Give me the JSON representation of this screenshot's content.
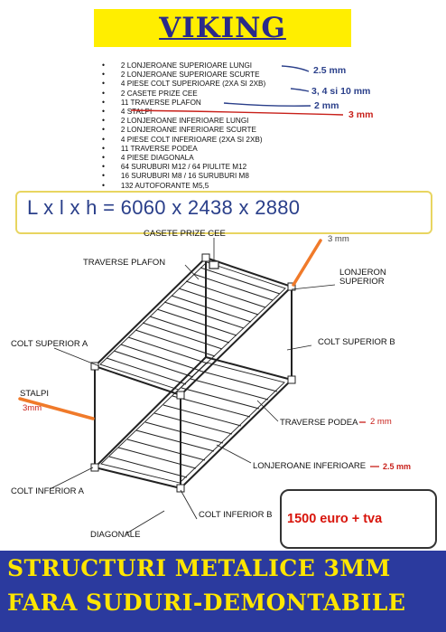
{
  "header": {
    "title": "VIKING"
  },
  "parts_list": [
    "2 LONJEROANE SUPERIOARE LUNGI",
    "2 LONJEROANE SUPERIOARE SCURTE",
    "4 PIESE COLT SUPERIOARE (2XA SI 2XB)",
    "2 CASETE PRIZE CEE",
    "11 TRAVERSE PLAFON",
    "4 STALPI",
    "2 LONJEROANE INFERIOARE LUNGI",
    "2 LONJEROANE INFERIOARE SCURTE",
    "4 PIESE COLT INFERIOARE (2XA SI 2XB)",
    "11 TRAVERSE PODEA",
    "4 PIESE DIAGONALA",
    "64 SURUBURI M12 / 64 PIULITE M12",
    "16 SURUBURI M8 / 16 SURUBURI M8",
    "132 AUTOFORANTE M5,5"
  ],
  "annotations": {
    "a1": "2.5 mm",
    "a2": "3, 4 si 10 mm",
    "a3": "2 mm",
    "a4": "3 mm"
  },
  "dimensions": "L x l x h = 6060 x  2438 x  2880",
  "diagram_labels": {
    "casete": "CASETE PRIZE CEE",
    "three_mm_top": "3 mm",
    "traverse_plafon": "TRAVERSE PLAFON",
    "lonjeron_superior_1": "LONJERON",
    "lonjeron_superior_2": "SUPERIOR",
    "colt_superior_a": "COLT SUPERIOR A",
    "colt_superior_b": "COLT SUPERIOR B",
    "stalpi": "STALPI",
    "stalpi_mm": "3mm",
    "traverse_podea": "TRAVERSE PODEA",
    "traverse_podea_mm": "2 mm",
    "lonjeroane_inferioare": "LONJEROANE INFERIOARE",
    "lonjeroane_inferioare_mm": "2.5 mm",
    "colt_inferior_a": "COLT INFERIOR A",
    "colt_inferior_b": "COLT INFERIOR B",
    "diagonale": "DIAGONALE"
  },
  "price": "1500 euro + tva",
  "banner": {
    "line1": "STRUCTURI METALICE 3MM",
    "line2": "FARA SUDURI-DEMONTABILE"
  },
  "colors": {
    "title_bg": "#ffee00",
    "title_text": "#2a2a8a",
    "annotation_blue": "#2a3f8a",
    "annotation_red": "#c8201a",
    "orange_pointer": "#f07a2a",
    "banner_bg": "#2b3a9e",
    "banner_text": "#ffe600",
    "price_text": "#d8140b"
  }
}
